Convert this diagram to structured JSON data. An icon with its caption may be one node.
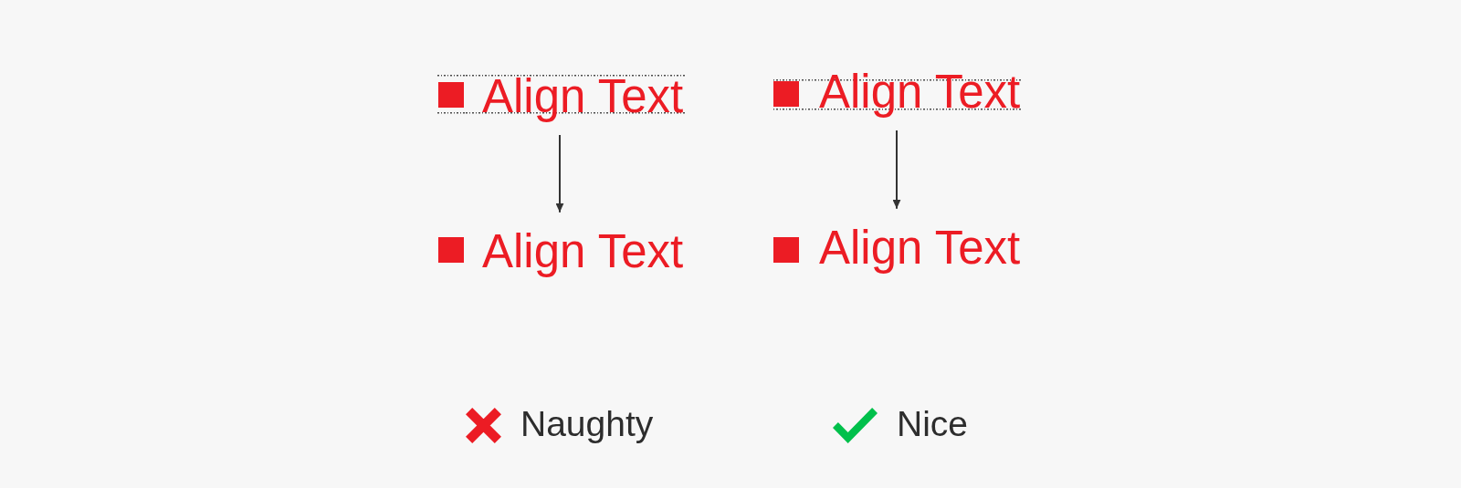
{
  "diagram": {
    "nodes": [
      {
        "text": [
          "Align Text"
        ]
      },
      {
        "text": [
          "Align Text"
        ]
      },
      {
        "text": [
          "Align Text"
        ]
      },
      {
        "text": [
          "Align Text"
        ]
      }
    ],
    "edges": [
      {
        "from": 0,
        "to": 2,
        "arrow": "to"
      },
      {
        "from": 1,
        "to": 3,
        "arrow": "to"
      }
    ],
    "labels": [
      "Naughty",
      "Nice"
    ]
  }
}
